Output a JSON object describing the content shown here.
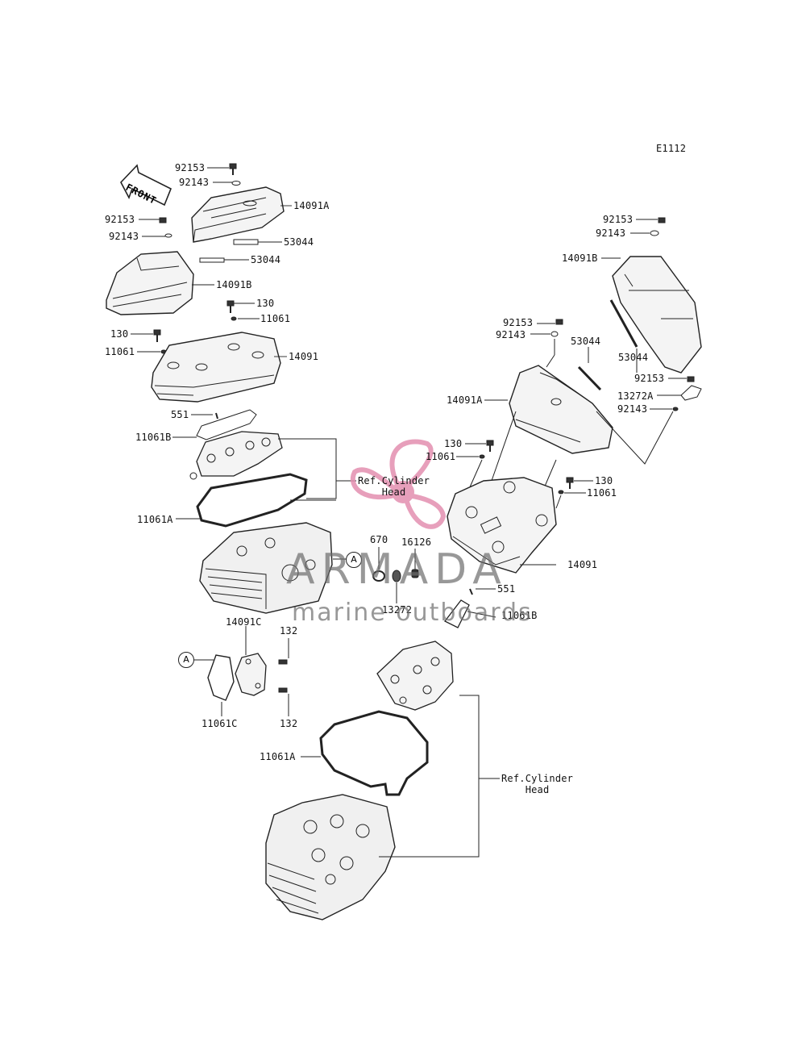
{
  "diagram_code": "E1112",
  "front_label": "FRONT",
  "circle_label": "A",
  "watermark": {
    "brand": "ARMADA",
    "tagline": "marine outboards"
  },
  "colors": {
    "line": "#222222",
    "part_fill": "#f2f2f2",
    "watermark_logo": "#e38fb0",
    "watermark_text": "#707070"
  },
  "labels": {
    "l_92153_a": "92153",
    "l_92143_a": "92143",
    "l_14091A_a": "14091A",
    "l_92153_b": "92153",
    "l_92143_b": "92143",
    "l_53044_a": "53044",
    "l_53044_b": "53044",
    "l_14091B_a": "14091B",
    "l_130_a": "130",
    "l_11061_a": "11061",
    "l_130_b": "130",
    "l_11061_b": "11061",
    "l_14091_a": "14091",
    "l_551_a": "551",
    "l_11061B_a": "11061B",
    "l_11061A_a": "11061A",
    "l_670": "670",
    "l_16126": "16126",
    "l_13272": "13272",
    "l_14091C": "14091C",
    "l_132_a": "132",
    "l_132_b": "132",
    "l_11061C": "11061C",
    "l_92153_c": "92153",
    "l_92143_c": "92143",
    "l_14091B_b": "14091B",
    "l_92153_d": "92153",
    "l_92143_d": "92143",
    "l_53044_c": "53044",
    "l_53044_d": "53044",
    "l_14091A_b": "14091A",
    "l_92153_e": "92153",
    "l_13272A": "13272A",
    "l_92143_e": "92143",
    "l_130_c": "130",
    "l_11061_c": "11061",
    "l_130_d": "130",
    "l_11061_d": "11061",
    "l_14091_b": "14091",
    "l_551_b": "551",
    "l_11061B_b": "11061B",
    "l_11061A_b": "11061A"
  },
  "ref_cylinder_head": {
    "line1": "Ref.Cylinder",
    "line2": "Head"
  }
}
